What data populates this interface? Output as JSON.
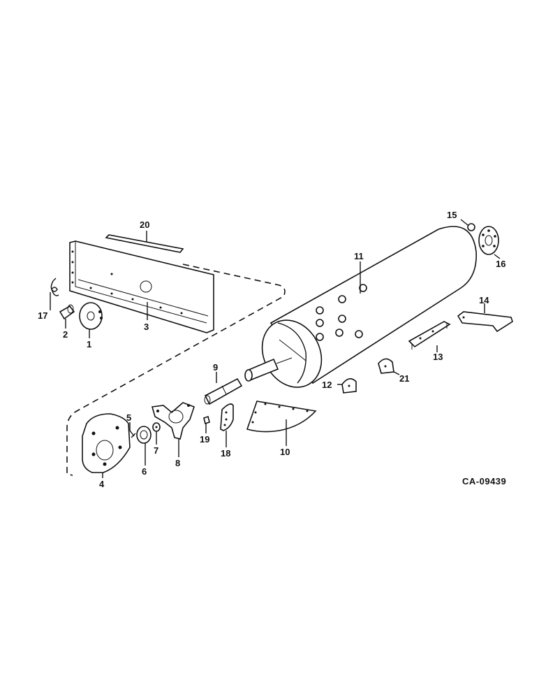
{
  "callouts": {
    "c1": "1",
    "c2": "2",
    "c3": "3",
    "c4": "4",
    "c5": "5",
    "c6": "6",
    "c7": "7",
    "c8": "8",
    "c9": "9",
    "c10": "10",
    "c11": "11",
    "c12": "12",
    "c13": "13",
    "c14": "14",
    "c15": "15",
    "c16": "16",
    "c17": "17",
    "c18": "18",
    "c19": "19",
    "c20": "20",
    "c21": "21"
  },
  "reference_code": "CA-09439"
}
